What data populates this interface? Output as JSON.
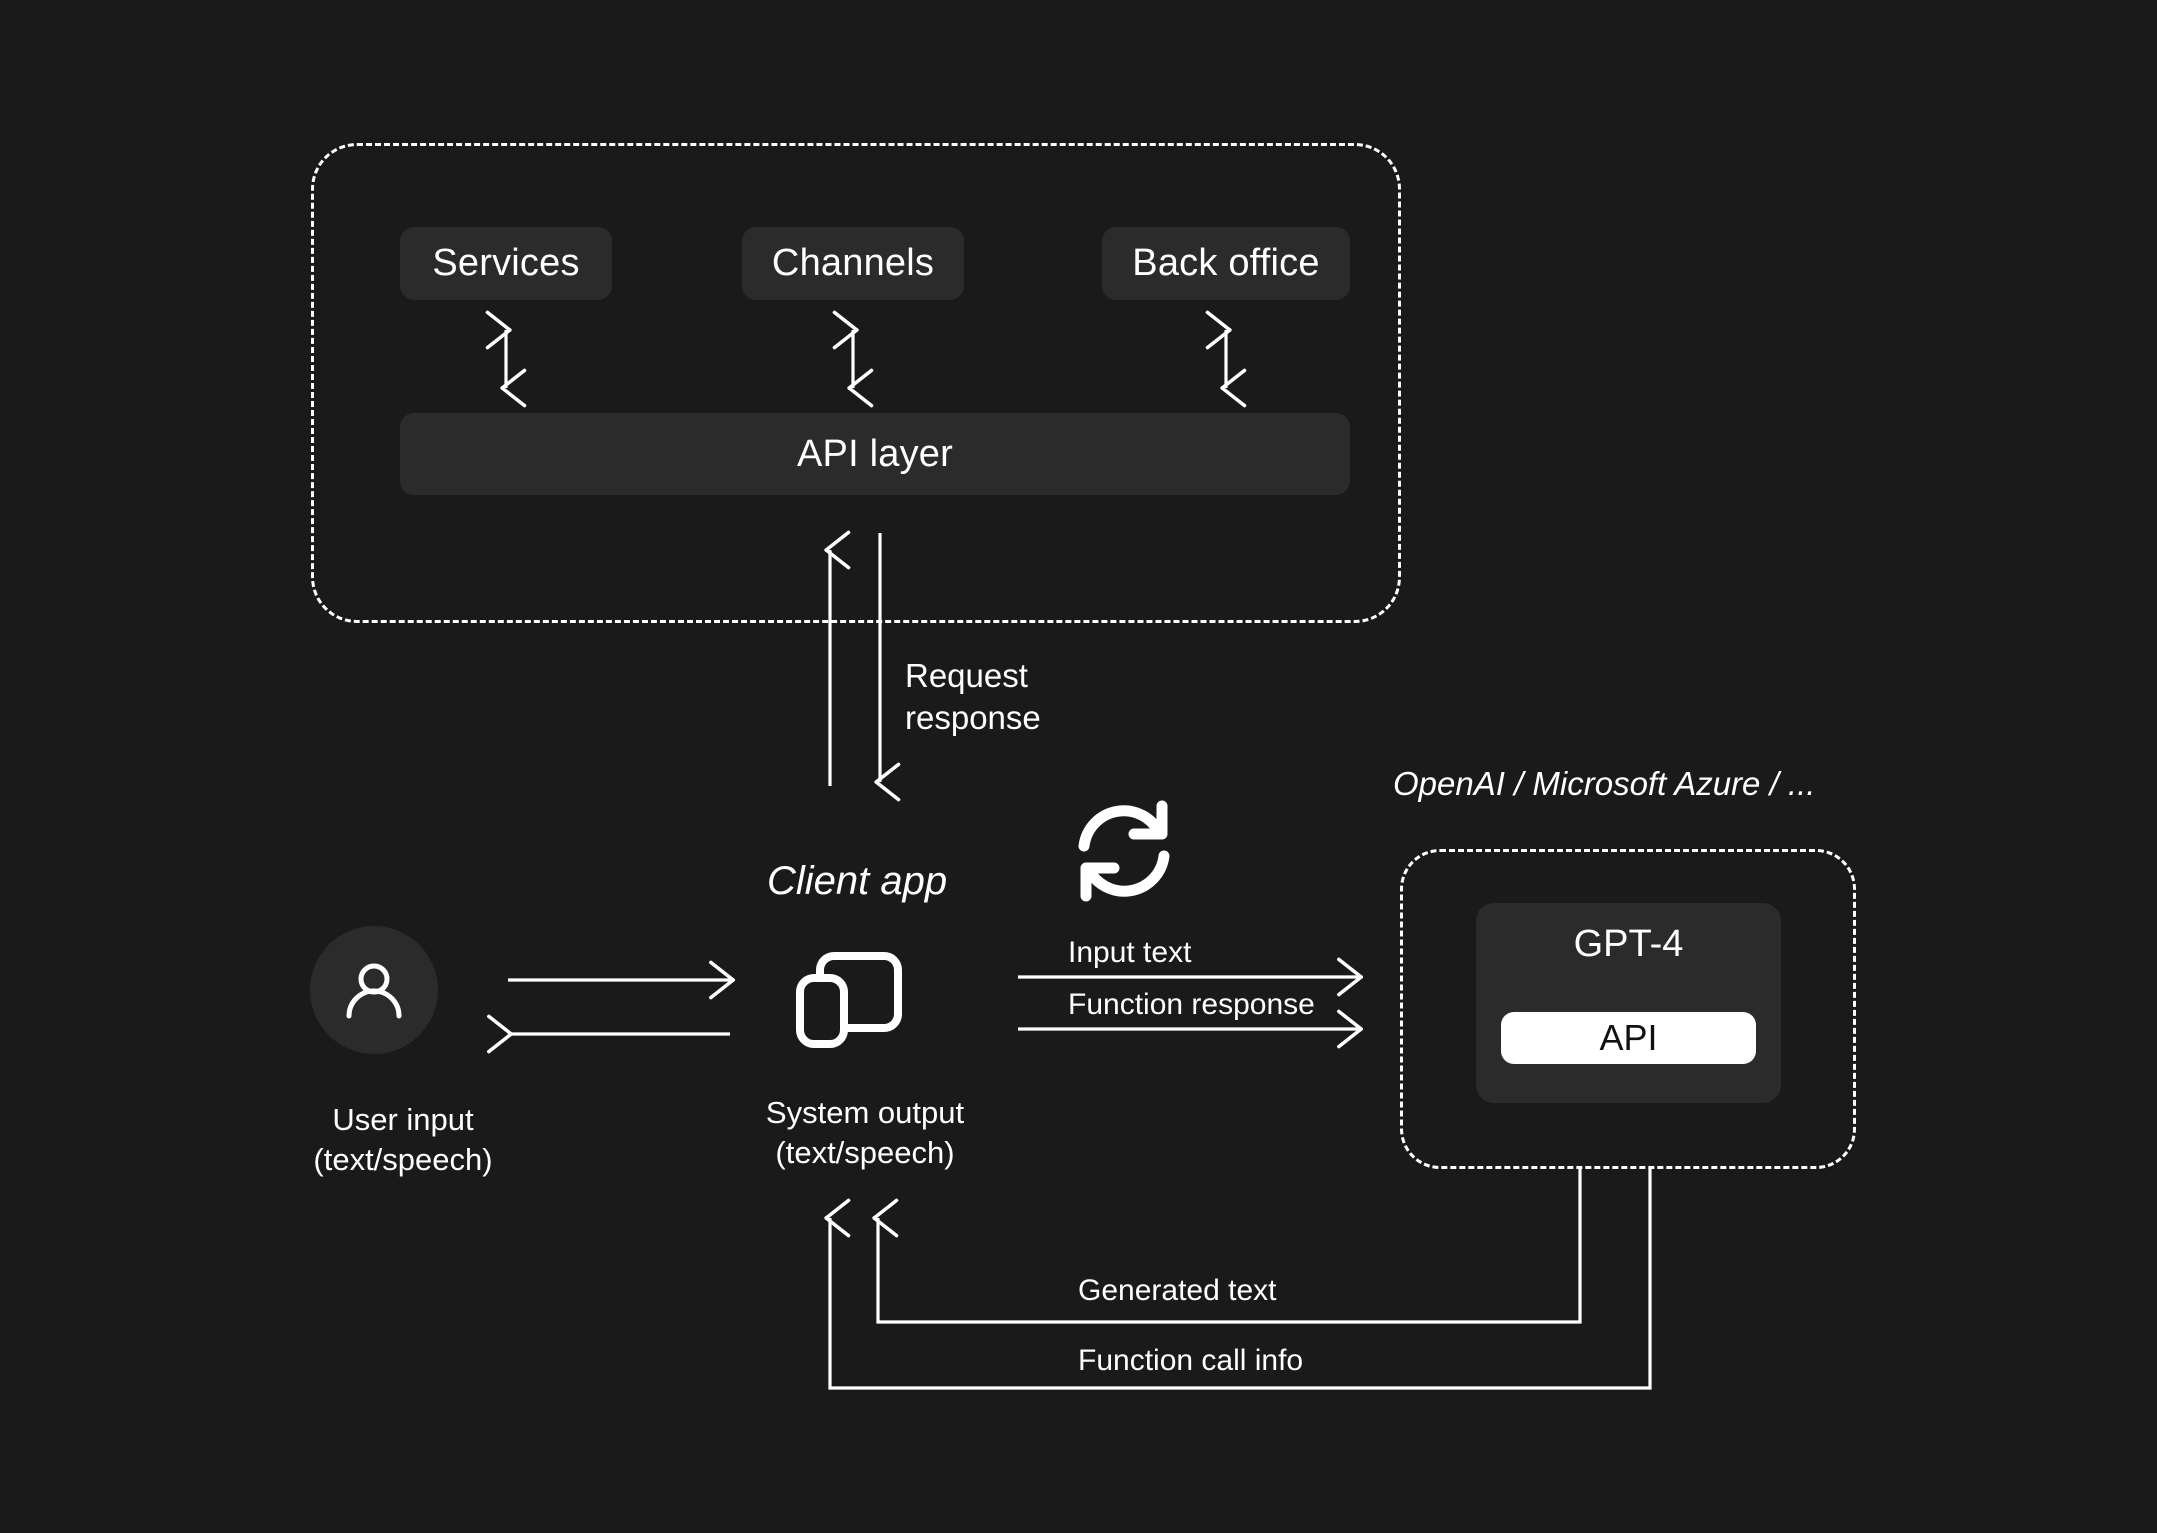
{
  "diagram": {
    "background_color": "#1a1a1a",
    "panel_color": "#2b2b2b",
    "line_color": "#ffffff",
    "api_pill_color": "#ffffff",
    "api_pill_text_color": "#111111"
  },
  "platform": {
    "boxes": [
      {
        "label": "Services"
      },
      {
        "label": "Channels"
      },
      {
        "label": "Back office"
      }
    ],
    "api_layer_label": "API layer"
  },
  "middle": {
    "request_response_label": "Request\nresponse",
    "sync_icon": "sync-icon"
  },
  "client": {
    "title": "Client app",
    "user": {
      "icon": "person-icon",
      "caption": "User input\n(text/speech)"
    },
    "system": {
      "icon": "devices-icon",
      "caption": "System output\n(text/speech)"
    }
  },
  "provider": {
    "title": "OpenAI / Microsoft Azure / ...",
    "model_label": "GPT-4",
    "api_label": "API"
  },
  "flows": {
    "to_model": [
      {
        "label": "Input text"
      },
      {
        "label": "Function response"
      }
    ],
    "from_model": [
      {
        "label": "Generated text"
      },
      {
        "label": "Function call info"
      }
    ]
  }
}
